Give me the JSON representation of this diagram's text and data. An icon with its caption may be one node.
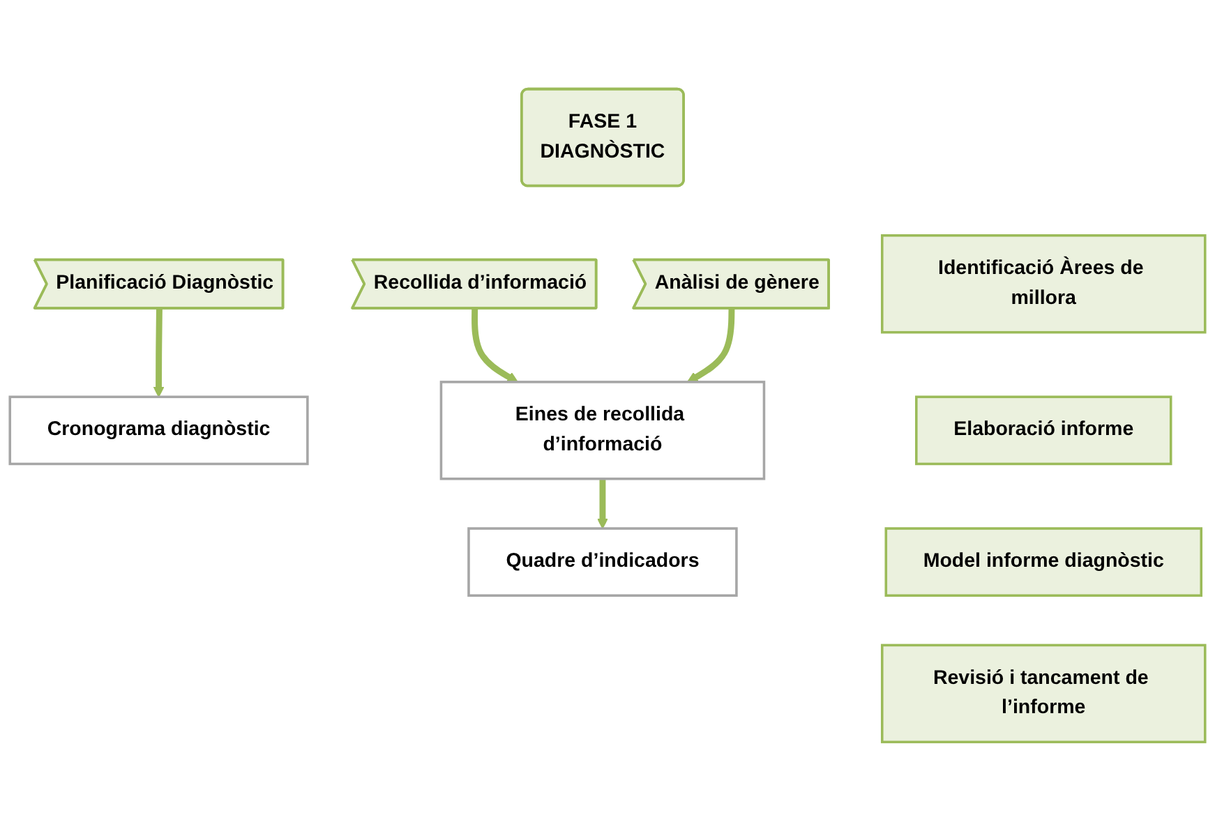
{
  "diagram": {
    "nodes": [
      {
        "text": [
          "FASE 1",
          "DIAGNÒSTIC"
        ]
      },
      {
        "text": [
          "Planificació Diagnòstic"
        ]
      },
      {
        "text": [
          "Recollida d’informació"
        ]
      },
      {
        "text": [
          "Anàlisi de gènere"
        ]
      },
      {
        "text": [
          "Identificació Àrees de millora"
        ]
      },
      {
        "text": [
          "Elaboració informe"
        ]
      },
      {
        "text": [
          "Model informe diagnòstic"
        ]
      },
      {
        "text": [
          "Revisió i tancament de l’informe"
        ]
      },
      {
        "text": [
          "Cronograma diagnòstic"
        ]
      },
      {
        "text": [
          "Eines de recollida d’informació"
        ]
      },
      {
        "text": [
          "Quadre d’indicadors"
        ]
      }
    ],
    "edges": [
      {
        "from": 1,
        "to": 8,
        "arrow": "to"
      },
      {
        "from": 2,
        "to": 9,
        "arrow": "to"
      },
      {
        "from": 3,
        "to": 9,
        "arrow": "to"
      },
      {
        "from": 9,
        "to": 10,
        "arrow": "to"
      }
    ]
  }
}
